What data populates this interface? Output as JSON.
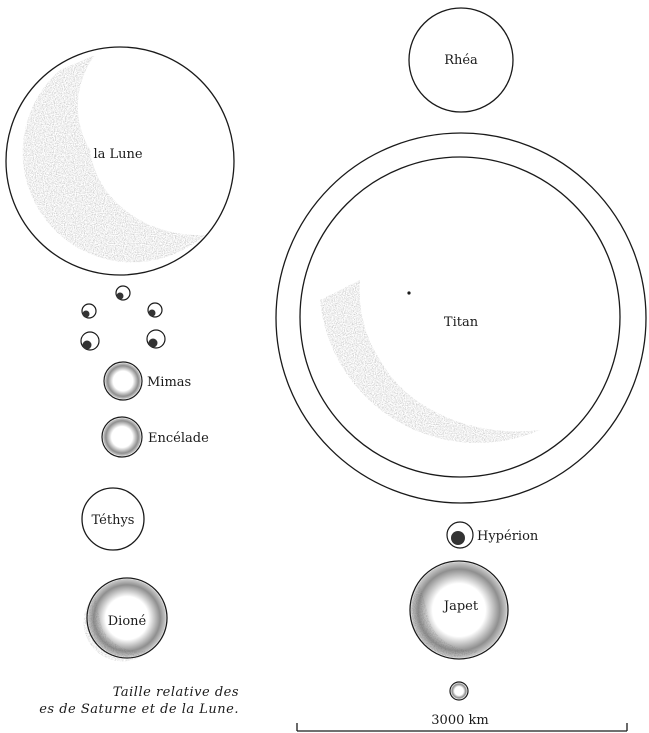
{
  "bodies": {
    "moon": "la Lune",
    "mimas": "Mimas",
    "enceladus": "Encélade",
    "tethys": "Téthys",
    "dione": "Dioné",
    "rhea": "Rhéa",
    "titan": "Titan",
    "hyperion": "Hypérion",
    "iapetus": "Japet"
  },
  "scale_bar": {
    "label": "3000 km"
  },
  "caption": {
    "line1": "Taille relative des",
    "line2": "es de Saturne et de la Lune."
  },
  "colors": {
    "ink": "#1a1a1a",
    "stipple": "#333333",
    "background": "#ffffff"
  }
}
